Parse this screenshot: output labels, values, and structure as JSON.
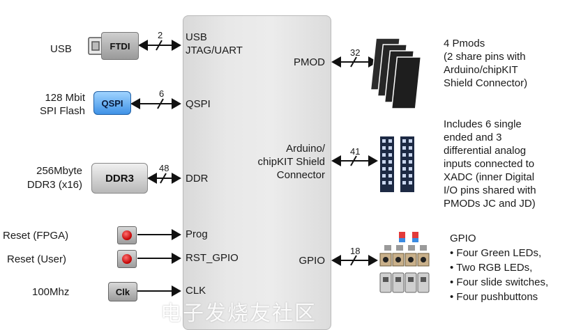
{
  "left": {
    "usb_label": "USB",
    "ftdi_chip": "FTDI",
    "usb_bus": "2",
    "qspi_desc_1": "128 Mbit",
    "qspi_desc_2": "SPI Flash",
    "qspi_chip": "QSPI",
    "qspi_bus": "6",
    "ddr_desc_1": "256Mbyte",
    "ddr_desc_2": "DDR3 (x16)",
    "ddr_chip": "DDR3",
    "ddr_bus": "48",
    "reset_fpga": "Reset (FPGA)",
    "reset_user": "Reset (User)",
    "clk_desc": "100Mhz",
    "clk_chip": "Clk"
  },
  "fpga": {
    "usb_port_1": "USB",
    "usb_port_2": "JTAG/UART",
    "qspi_port": "QSPI",
    "ddr_port": "DDR",
    "prog_port": "Prog",
    "rst_port": "RST_GPIO",
    "clk_port": "CLK",
    "pmod_port": "PMOD",
    "arduino_port_1": "Arduino/",
    "arduino_port_2": "chipKIT Shield",
    "arduino_port_3": "Connector",
    "gpio_port": "GPIO"
  },
  "right": {
    "pmod_bus": "32",
    "pmod_desc": [
      "4 Pmods",
      "(2 share pins with",
      "Arduino/chipKIT",
      "Shield Connector)"
    ],
    "arduino_bus": "41",
    "arduino_desc": [
      "Includes 6 single",
      "ended and 3",
      "differential analog",
      "inputs connected to",
      "XADC (inner Digital",
      "I/O pins shared with",
      "PMODs JC and JD)"
    ],
    "gpio_bus": "18",
    "gpio_title": "GPIO",
    "gpio_items": [
      "• Four Green LEDs,",
      "• Two RGB LEDs,",
      "• Four slide switches,",
      "• Four pushbuttons"
    ]
  },
  "watermark": "电子发烧友社区",
  "colors": {
    "fpga_fill": "#e6e6e6",
    "qspi_chip": "#5aa6ef",
    "button_cap": "#d40000",
    "pmod_board": "#1e1e1e"
  }
}
